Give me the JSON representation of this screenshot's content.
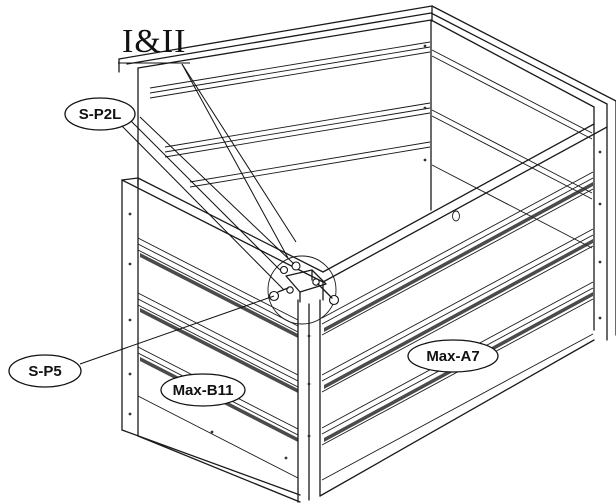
{
  "diagram": {
    "title": "I&II",
    "labels": {
      "sp2l": "S-P2L",
      "sp5": "S-P5",
      "maxb11": "Max-B11",
      "maxa7": "Max-A7"
    }
  }
}
